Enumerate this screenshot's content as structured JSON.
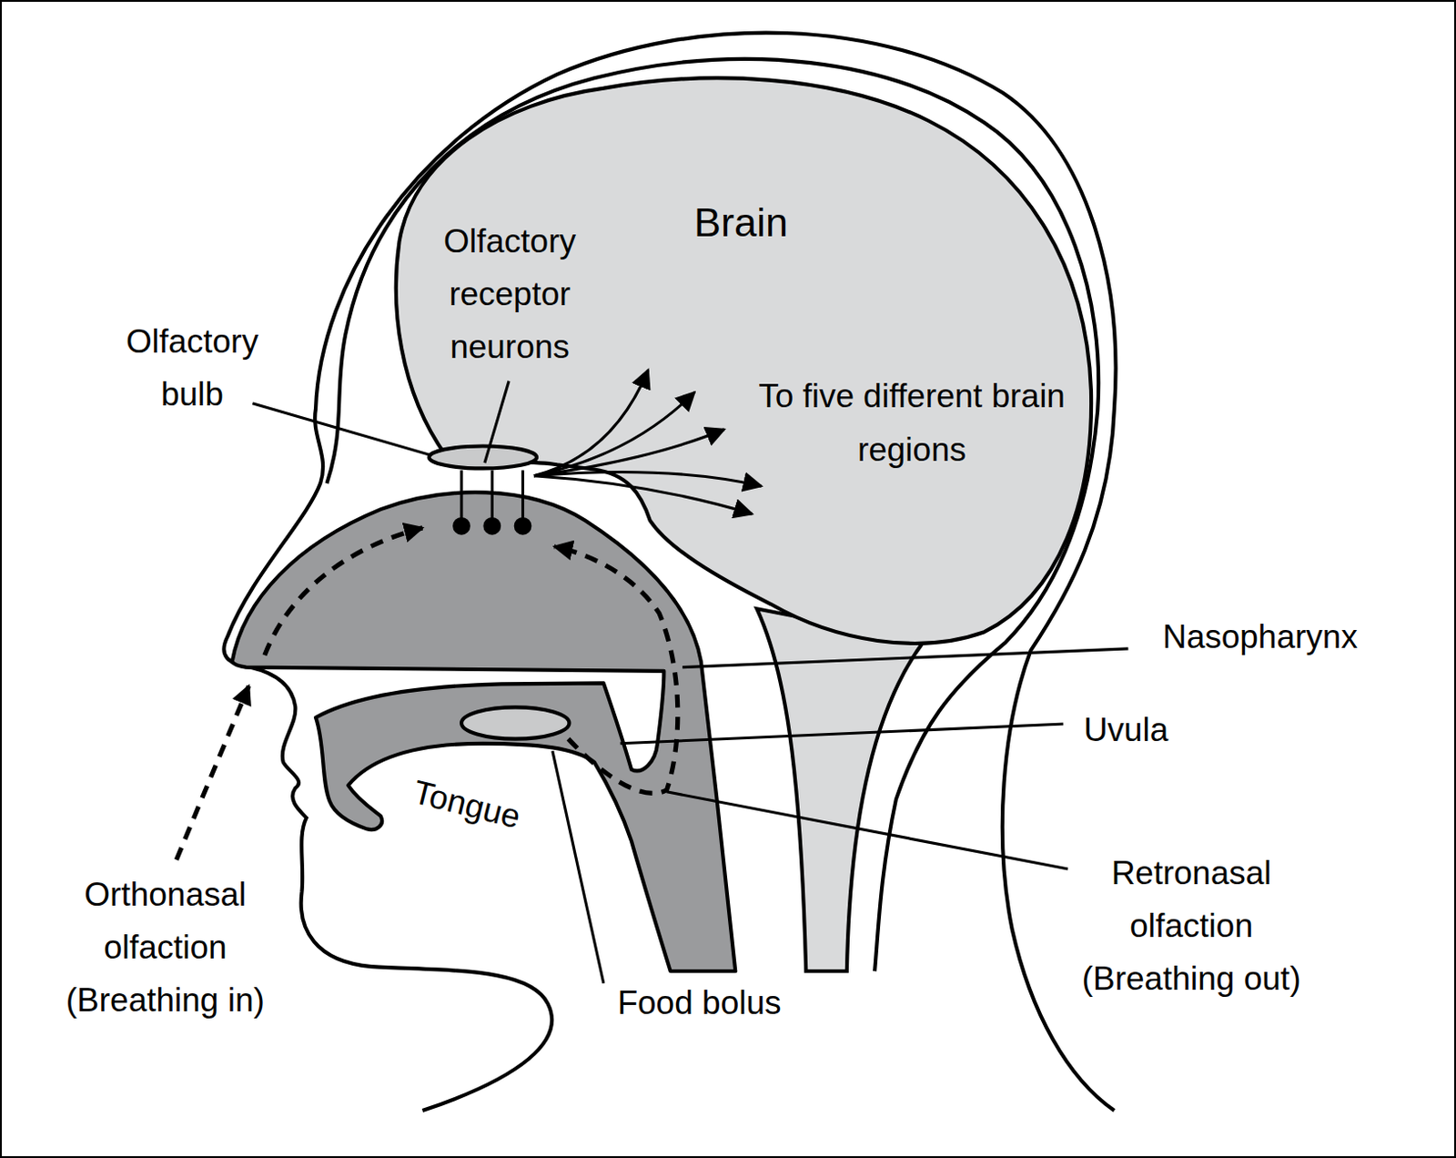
{
  "diagram": {
    "labels": [
      "Brain",
      "Olfactory receptor neurons",
      "Olfactory bulb",
      "To five different brain regions",
      "Nasopharynx",
      "Uvula",
      "Tongue",
      "Retronasal olfaction (Breathing out)",
      "Orthonasal olfaction (Breathing in)",
      "Food bolus"
    ]
  }
}
